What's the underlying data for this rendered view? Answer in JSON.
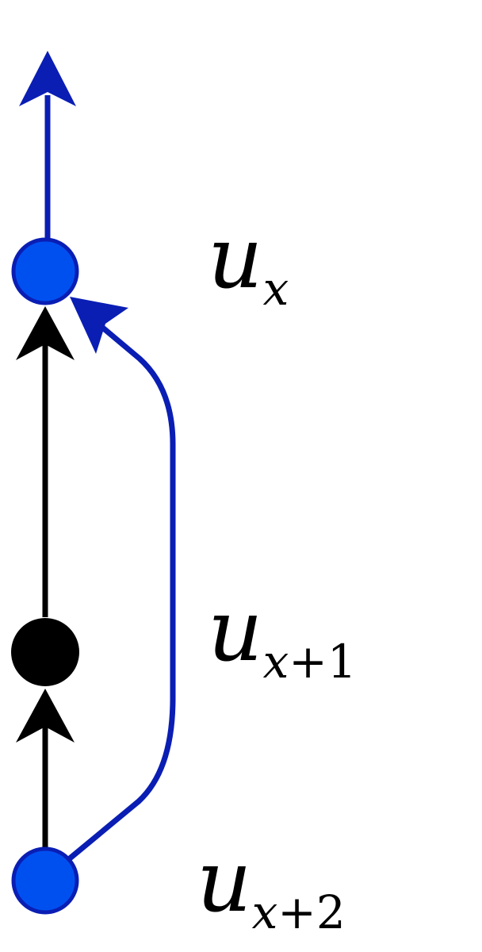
{
  "colors": {
    "background": "#ffffff",
    "black": "#000000",
    "blue_stroke": "#0a1eb4",
    "blue_fill": "#0050f0"
  },
  "nodes": [
    {
      "id": "u_x",
      "symbol": "u",
      "subscript_var": "x",
      "subscript_rest": "",
      "color": "blue"
    },
    {
      "id": "u_x_plus_1",
      "symbol": "u",
      "subscript_var": "x",
      "subscript_rest": "+1",
      "color": "black"
    },
    {
      "id": "u_x_plus_2",
      "symbol": "u",
      "subscript_var": "x",
      "subscript_rest": "+2",
      "color": "blue"
    }
  ],
  "edges": [
    {
      "from": "u_x_plus_2",
      "to": "u_x_plus_1",
      "color": "black"
    },
    {
      "from": "u_x_plus_1",
      "to": "u_x",
      "color": "black"
    },
    {
      "from": "u_x_plus_2",
      "to": "u_x",
      "color": "blue",
      "curved": true
    },
    {
      "from": "u_x",
      "to": "out",
      "color": "blue"
    }
  ]
}
